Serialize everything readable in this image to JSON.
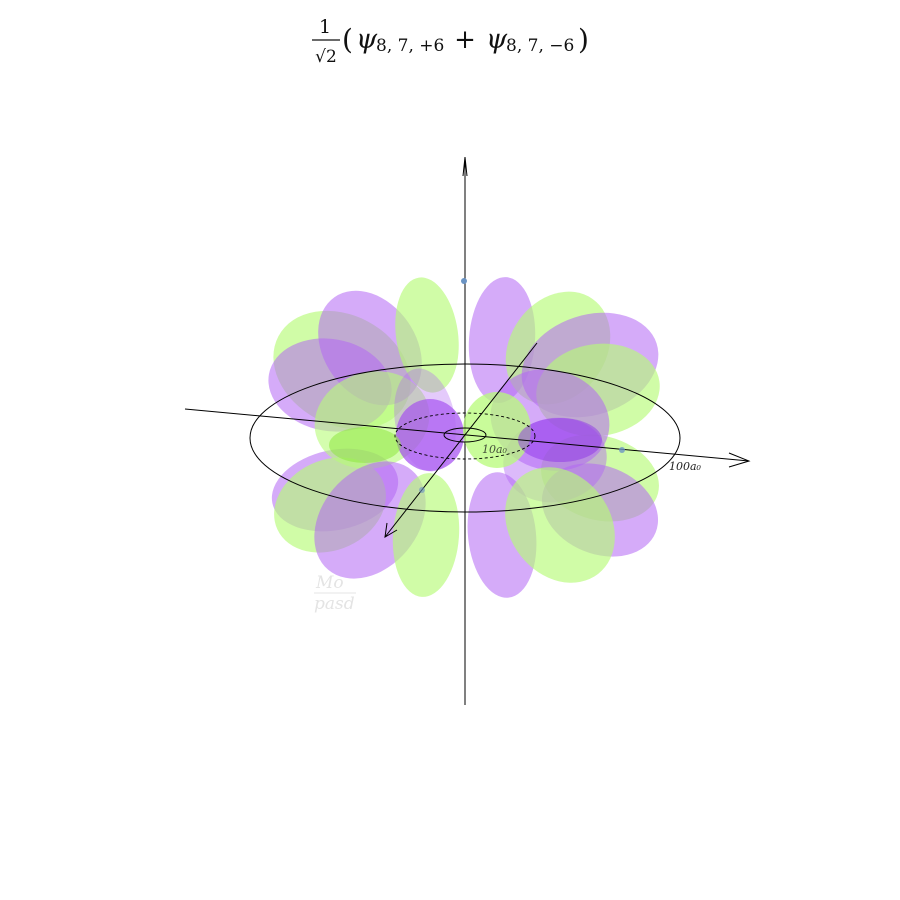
{
  "title": {
    "prefactor_numerator": "1",
    "prefactor_root": "√2",
    "psi": "ψ",
    "term1_subscript": "8, 7, +6",
    "operator": "+",
    "term2_subscript": "8, 7, −6",
    "open_paren": "(",
    "close_paren": ")"
  },
  "scale": {
    "inner_ring_label": "10a₀",
    "outer_ring_label": "100a₀"
  },
  "watermark": {
    "top": "Mo",
    "bottom": "pasd"
  },
  "colors": {
    "positive_phase": "#b7fb78",
    "negative_phase": "#b266f4",
    "axis": "#000000",
    "marker": "#6b94c4"
  },
  "orbital": {
    "n": 8,
    "l": 7,
    "m_combination": [
      6,
      -6
    ],
    "normalization": "1/√2"
  }
}
